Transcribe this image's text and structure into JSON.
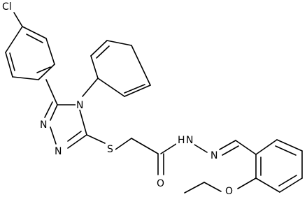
{
  "structure": {
    "atoms": {
      "cl": "Cl",
      "n_ring_top": "N",
      "n_ring_left1": "N",
      "n_ring_left2": "N",
      "s": "S",
      "o_carbonyl": "O",
      "nh": "H",
      "nh_n": "N",
      "n_imine": "N",
      "o_ether": "O"
    }
  }
}
